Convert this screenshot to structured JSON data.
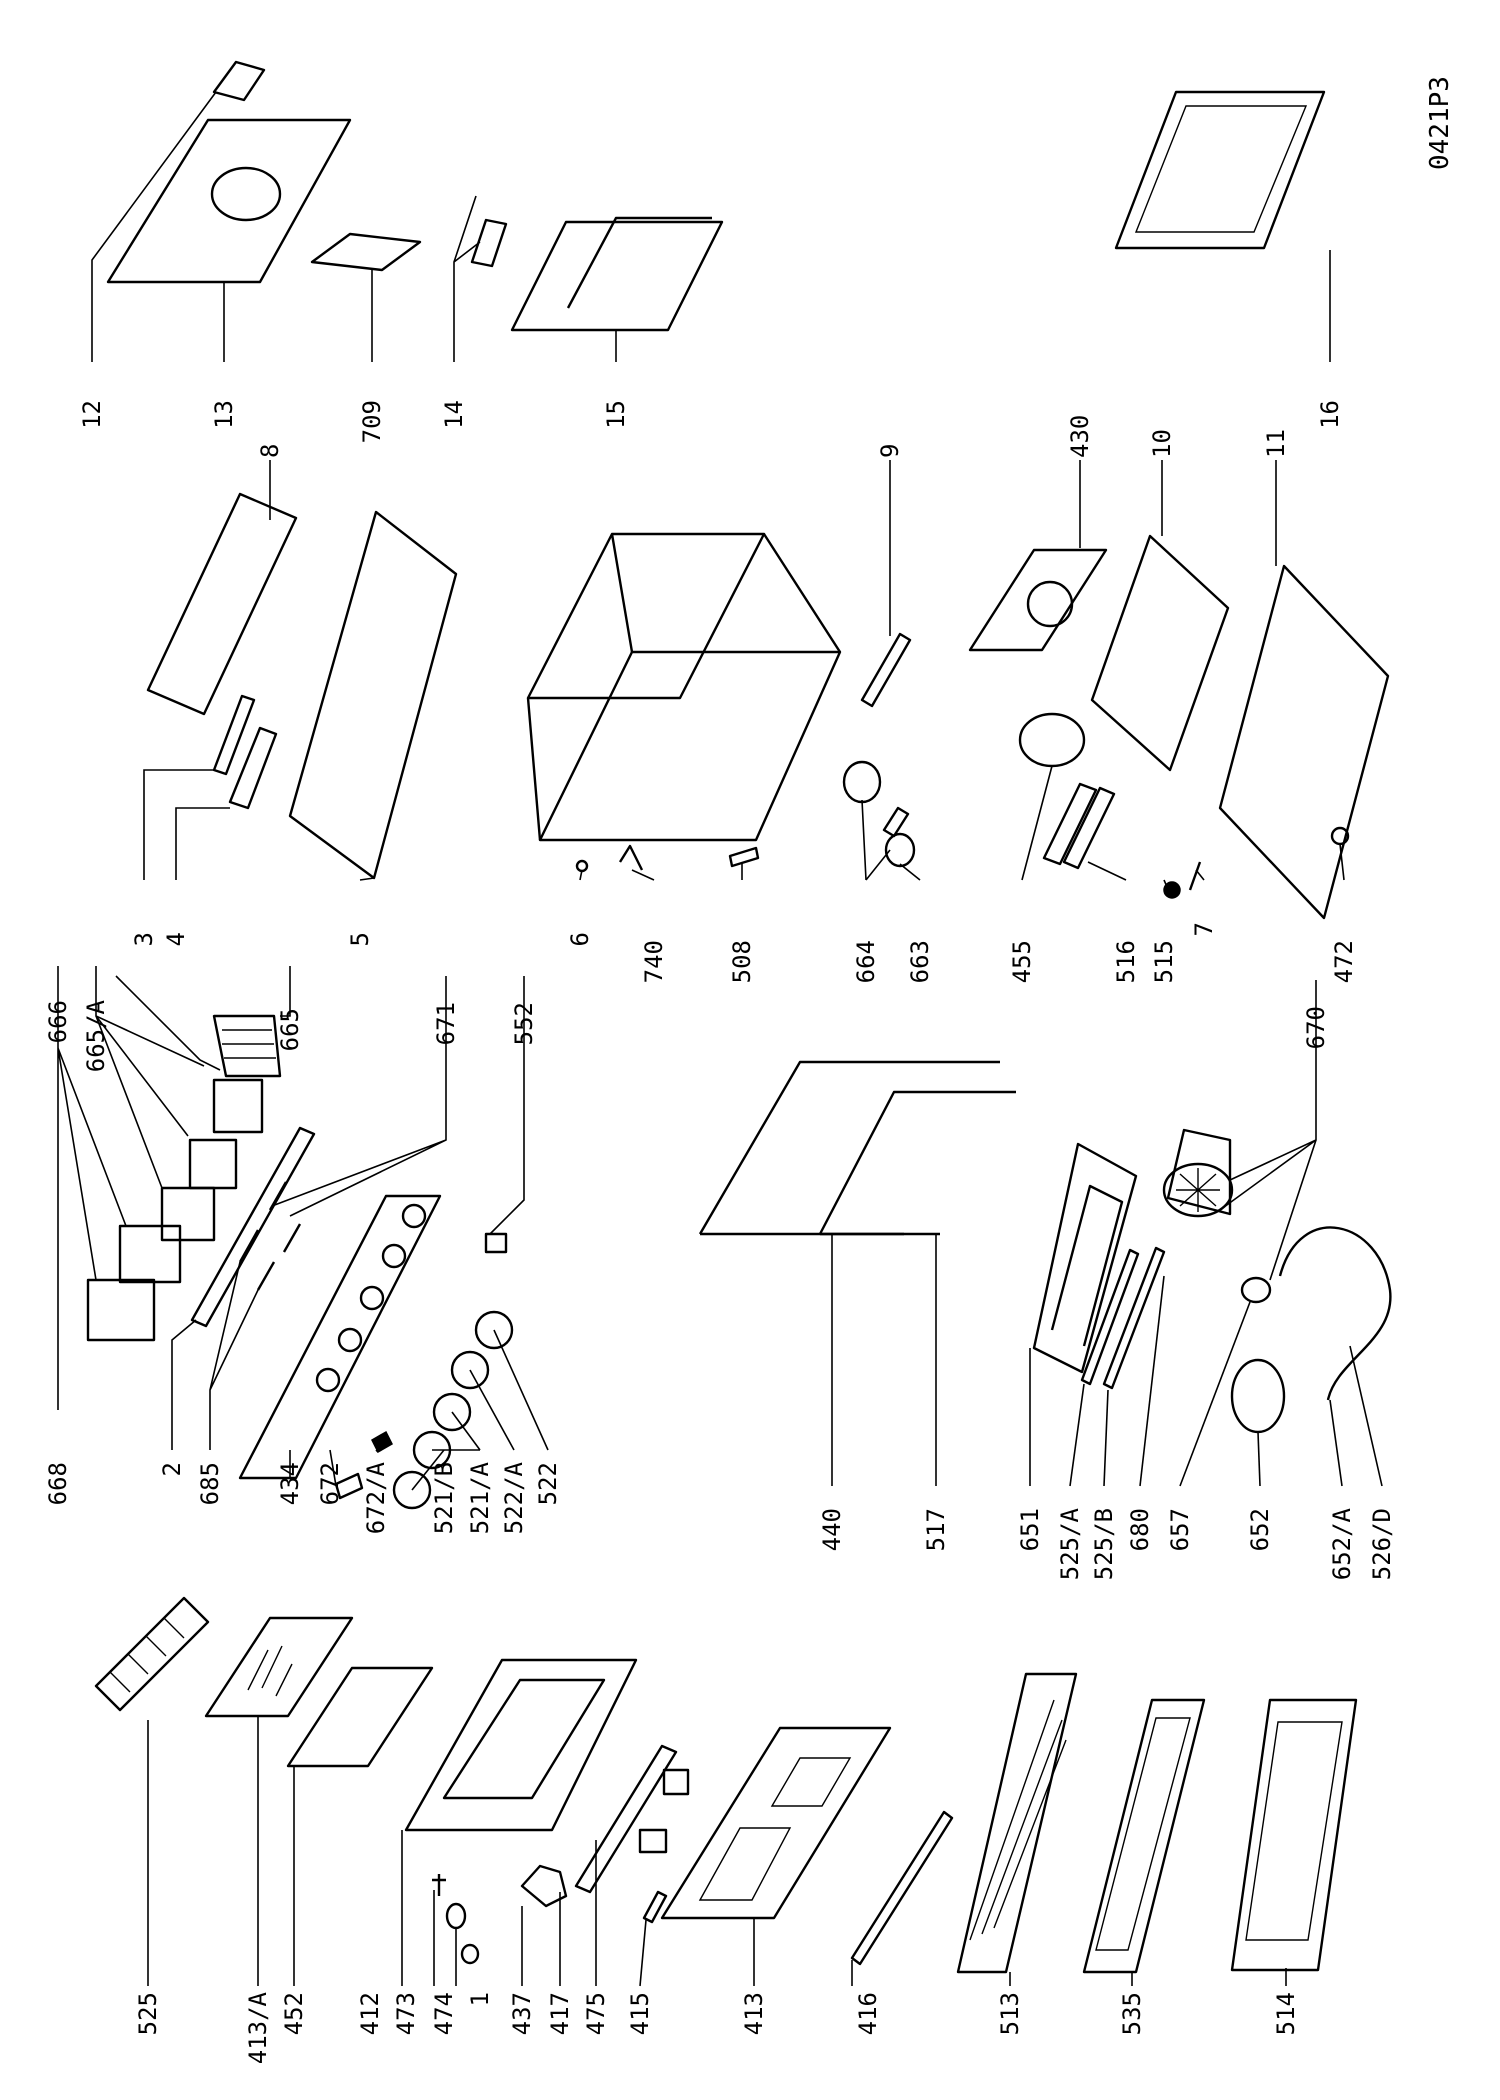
{
  "document": {
    "reference": "0421P3"
  },
  "labels": [
    "525",
    "413/A",
    "452",
    "412",
    "473",
    "474",
    "1",
    "437",
    "417",
    "475",
    "415",
    "413",
    "416",
    "513",
    "535",
    "514",
    "668",
    "2",
    "685",
    "434",
    "672",
    "672/A",
    "521/B",
    "521/A",
    "522/A",
    "522",
    "440",
    "517",
    "651",
    "525/A",
    "525/B",
    "680",
    "657",
    "652",
    "652/A",
    "526/D",
    "666",
    "665/A",
    "665",
    "671",
    "552",
    "670",
    "3",
    "4",
    "5",
    "6",
    "740",
    "508",
    "664",
    "663",
    "455",
    "516",
    "515",
    "7",
    "472",
    "8",
    "9",
    "430",
    "10",
    "11",
    "12",
    "13",
    "709",
    "14",
    "15",
    "16"
  ]
}
